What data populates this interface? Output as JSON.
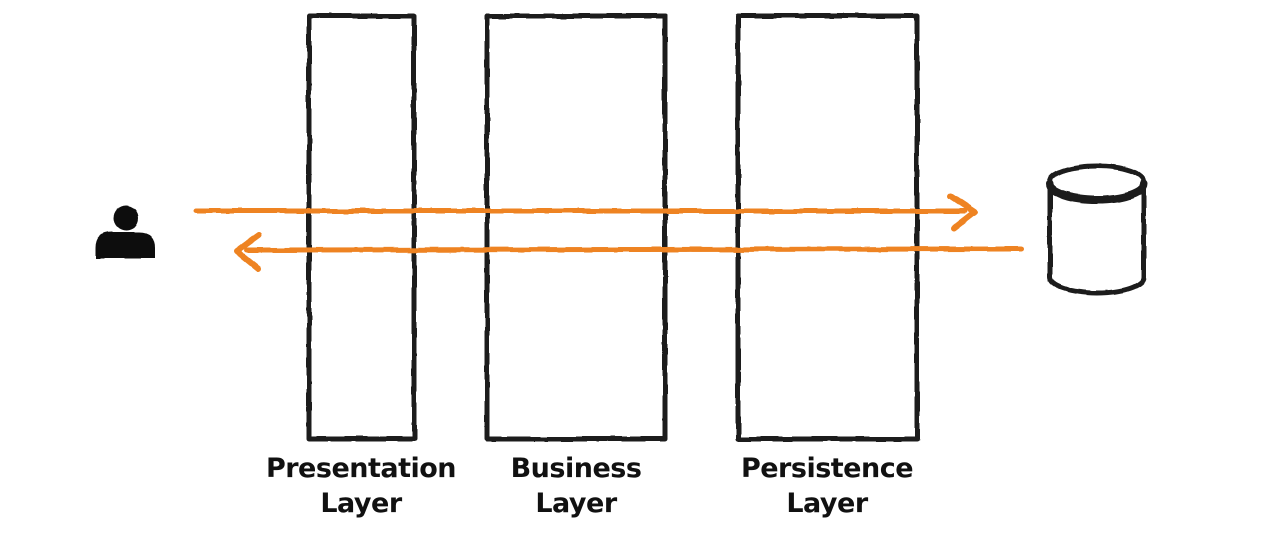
{
  "diagram": {
    "kind": "layered-architecture-sketch",
    "colors": {
      "background": "#ffffff",
      "stroke": "#1c1c1c",
      "arrow": "#ee8322"
    },
    "actor": {
      "icon": "person-icon"
    },
    "layers": [
      {
        "name": "presentation",
        "label_line1": "Presentation",
        "label_line2": "Layer"
      },
      {
        "name": "business",
        "label_line1": "Business",
        "label_line2": "Layer"
      },
      {
        "name": "persistence",
        "label_line1": "Persistence",
        "label_line2": "Layer"
      }
    ],
    "datastore": {
      "icon": "database-cylinder-icon"
    },
    "arrows": [
      {
        "direction": "right",
        "from": "person",
        "to": "database"
      },
      {
        "direction": "left",
        "from": "database",
        "to": "person"
      }
    ]
  }
}
